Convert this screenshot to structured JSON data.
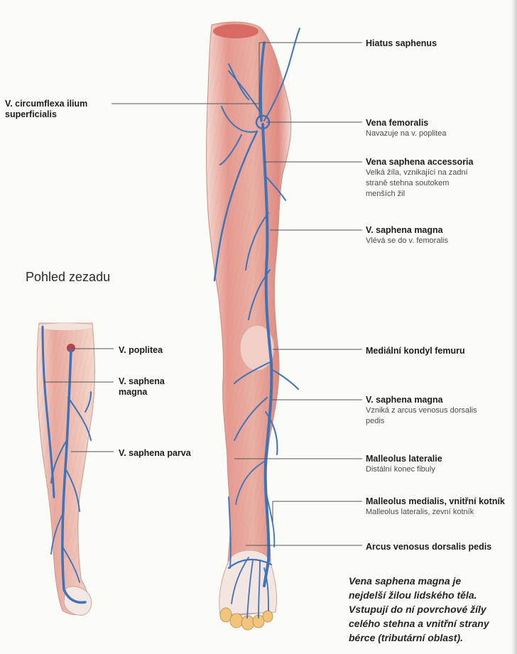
{
  "labels": {
    "hiatus_saphenus": "Hiatus saphenus",
    "circumflexa_line1": "V. circumflexa ilium",
    "circumflexa_line2": "superficialis",
    "vena_femoralis": "Vena femoralis",
    "vena_femoralis_desc": "Navazuje na v. poplitea",
    "saphena_accessoria": "Vena saphena accessoria",
    "saphena_accessoria_desc": [
      "Velká žíla, vznikající na zadní",
      "straně stehna soutokem",
      "menších žil"
    ],
    "saphena_magna_upper": "V. saphena magna",
    "saphena_magna_upper_desc": "Vlévá se do v. femoralis",
    "medialni_kondyl": "Mediální kondyl femuru",
    "saphena_magna_lower": "V. saphena magna",
    "saphena_magna_lower_desc": [
      "Vzniká z arcus venosus dorsalis",
      "pedis"
    ],
    "malleolus_lateralie": "Malleolus lateralie",
    "malleolus_lateralie_desc": "Distální konec fibuly",
    "malleolus_medialis": "Malleolus medialis, vnitřní kotník",
    "malleolus_medialis_desc": "Malleolus lateralis, zevní kotník",
    "arcus_venosus": "Arcus venosus dorsalis pedis",
    "v_poplitea": "V. poplitea",
    "v_saphena_magna_back_line1": "V. saphena",
    "v_saphena_magna_back_line2": "magna",
    "v_saphena_parva": "V. saphena parva"
  },
  "heading": "Pohled zezadu",
  "caption": [
    "Vena saphena magna je",
    "nejdelší žilou lidského těla.",
    "Vstupují do ní povrchové žíly",
    "celého stehna a vnitřní strany",
    "bérce (tributární oblast)."
  ],
  "colors": {
    "skin": "#eab8ac",
    "muscle": "#d9827a",
    "vein": "#3f73b8",
    "toe": "#f1c57c",
    "leader": "#555555"
  }
}
